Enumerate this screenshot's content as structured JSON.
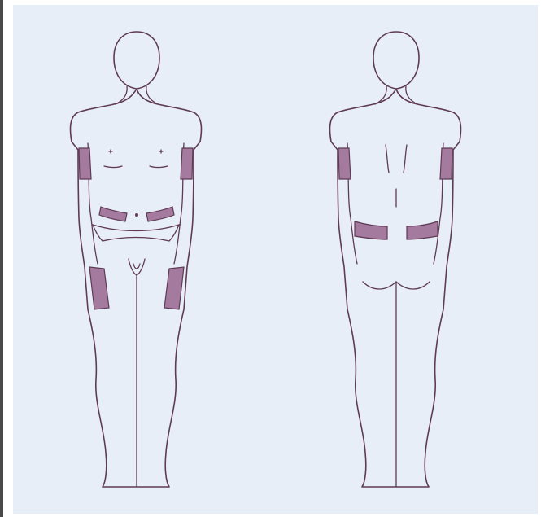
{
  "colors": {
    "background_panel": "#e8eef8",
    "outline": "#5e3a55",
    "injection_site_fill": "#a47a9e",
    "left_rule": "#4a4a4a"
  },
  "figures": [
    {
      "view": "front",
      "highlighted_regions": [
        "left-upper-arm",
        "right-upper-arm",
        "abdomen",
        "left-thigh",
        "right-thigh"
      ]
    },
    {
      "view": "back",
      "highlighted_regions": [
        "left-upper-arm",
        "right-upper-arm",
        "left-upper-buttock",
        "right-upper-buttock"
      ]
    }
  ]
}
